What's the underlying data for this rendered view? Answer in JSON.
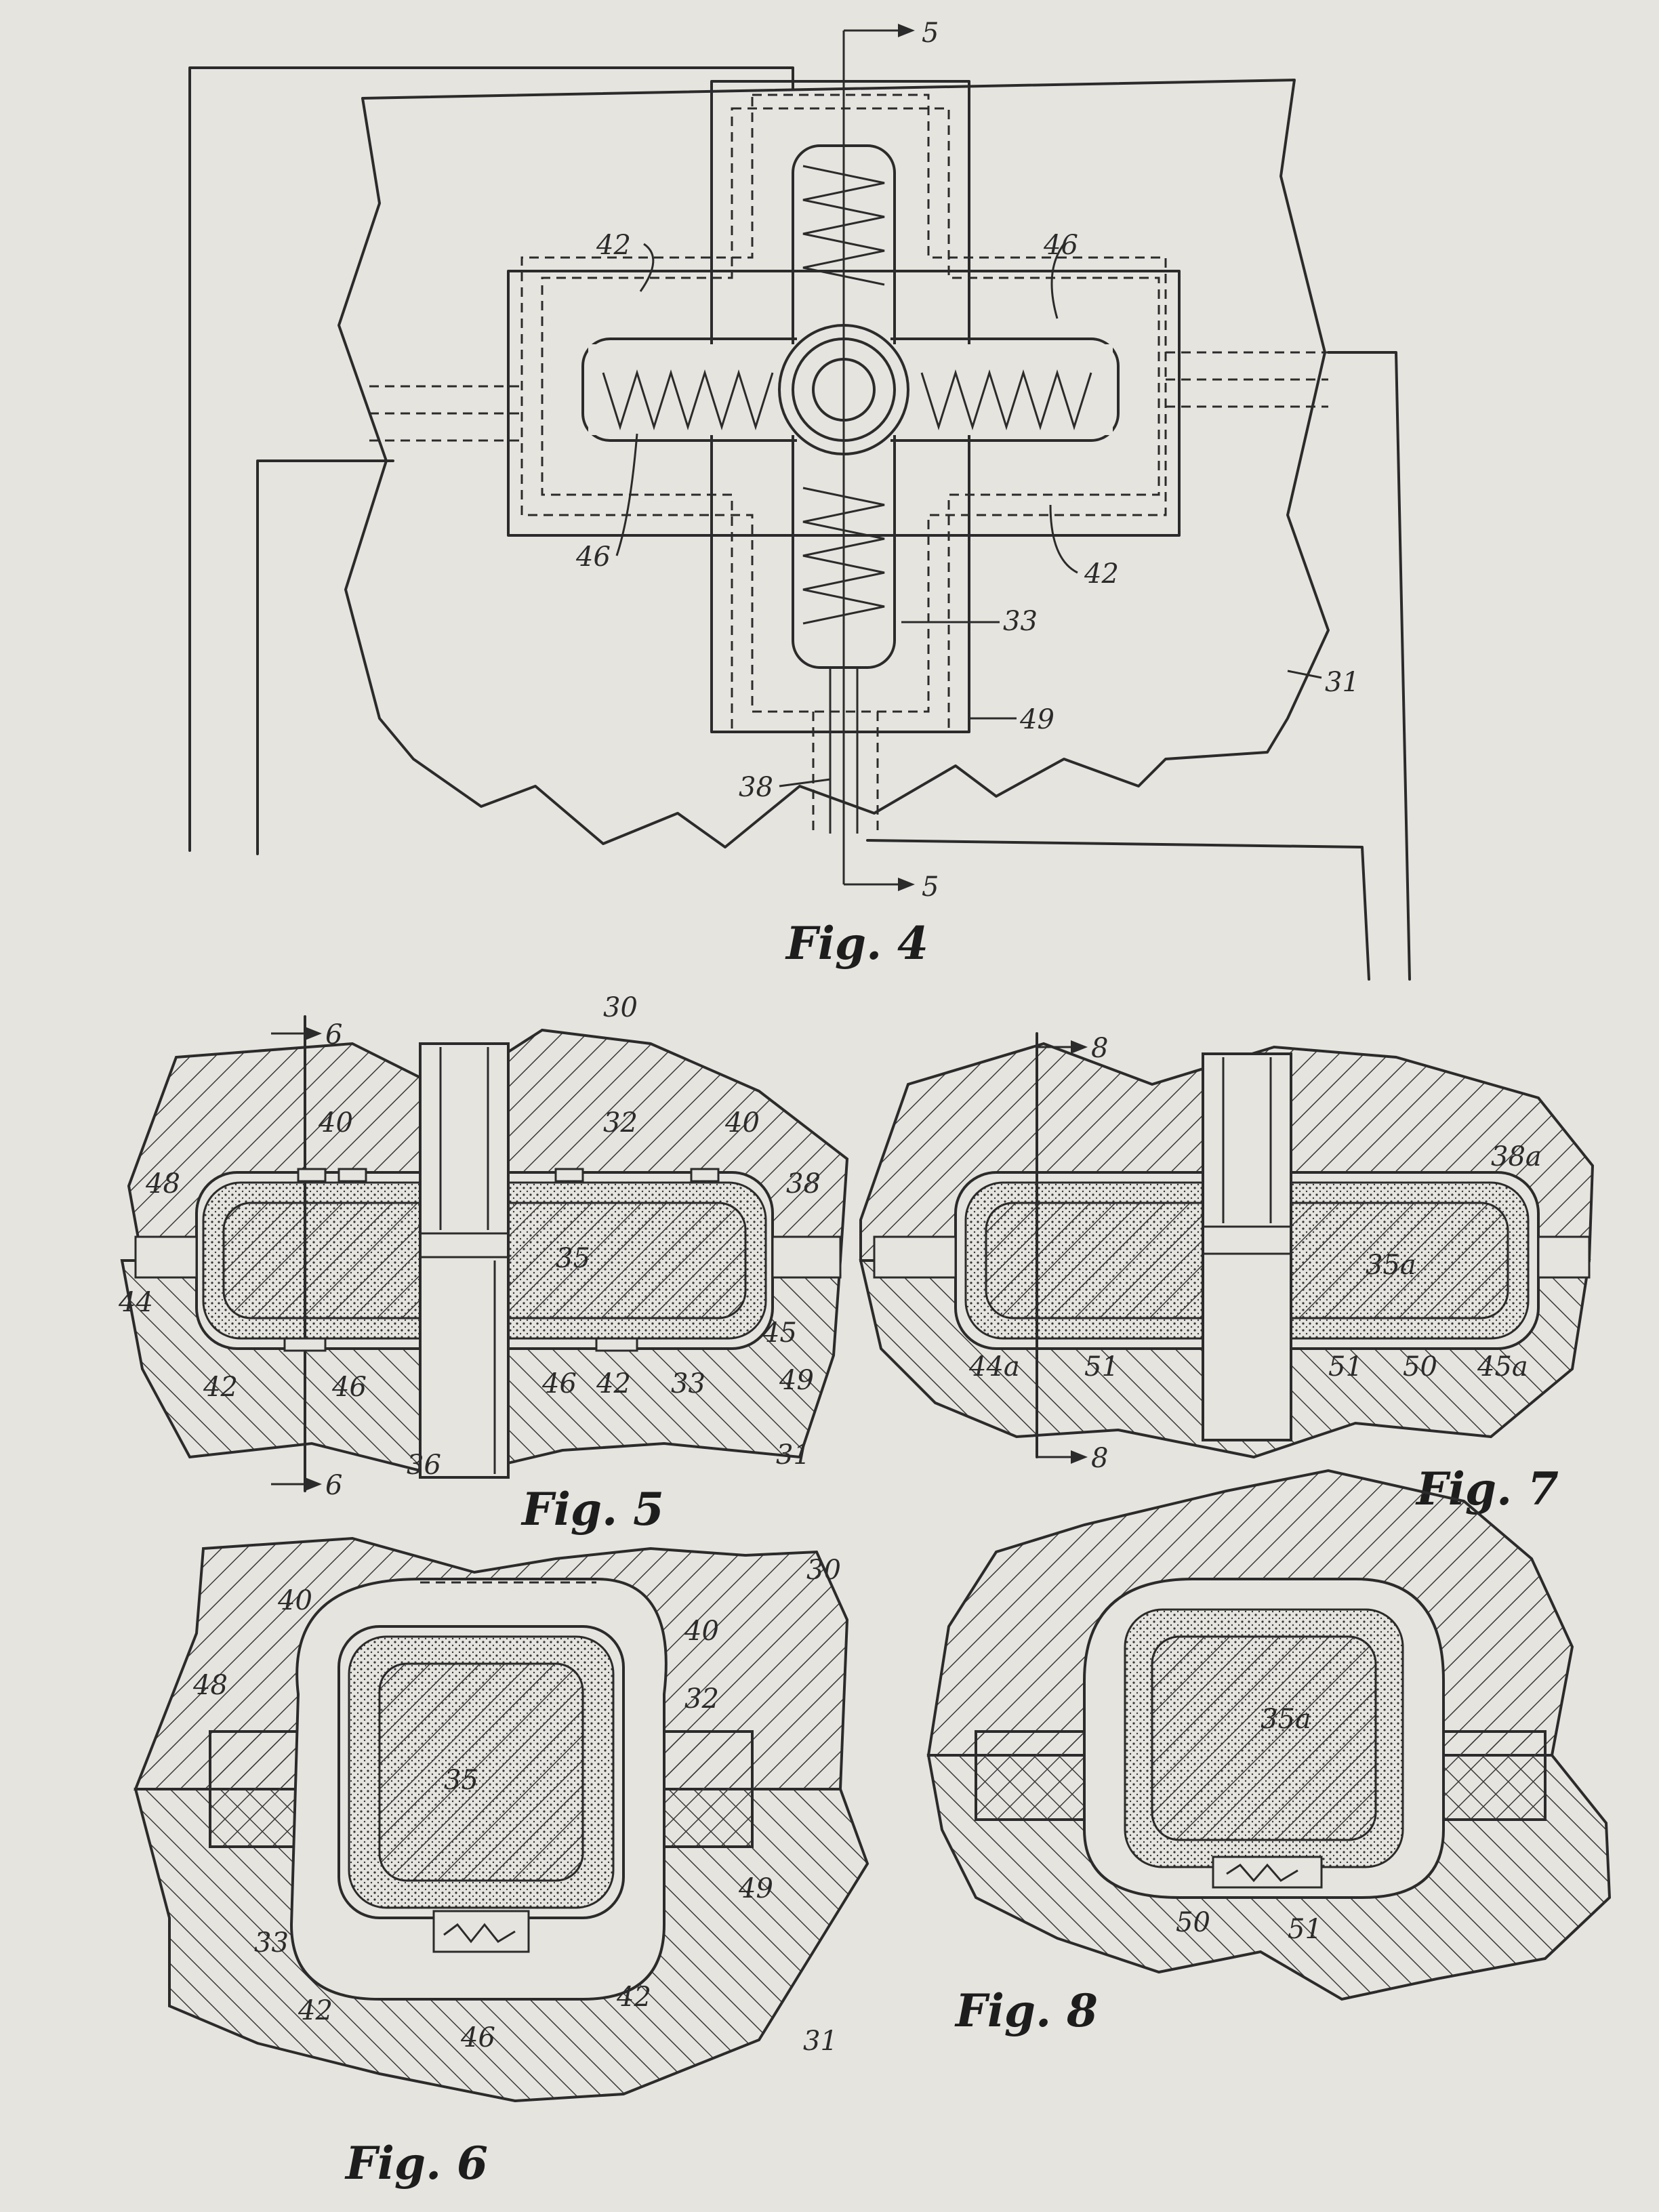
{
  "figures": {
    "fig4": {
      "caption": "Fig. 4",
      "labels": [
        "5",
        "5",
        "42",
        "46",
        "46",
        "42",
        "33",
        "31",
        "49",
        "38"
      ]
    },
    "fig5": {
      "caption": "Fig. 5",
      "labels": [
        "6",
        "6",
        "30",
        "40",
        "32",
        "40",
        "48",
        "38",
        "35",
        "44",
        "42",
        "46",
        "46",
        "42",
        "33",
        "45",
        "49",
        "36",
        "31"
      ]
    },
    "fig7": {
      "caption": "Fig. 7",
      "labels": [
        "8",
        "8",
        "38a",
        "35a",
        "44a",
        "51",
        "51",
        "50",
        "45a"
      ]
    },
    "fig6": {
      "caption": "Fig. 6",
      "labels": [
        "40",
        "30",
        "40",
        "32",
        "48",
        "35",
        "49",
        "33",
        "42",
        "46",
        "42",
        "31"
      ]
    },
    "fig8": {
      "caption": "Fig. 8",
      "labels": [
        "35a",
        "50",
        "51"
      ]
    }
  },
  "colors": {
    "paper": "#e6e4df",
    "ink": "#2b2b2b"
  }
}
